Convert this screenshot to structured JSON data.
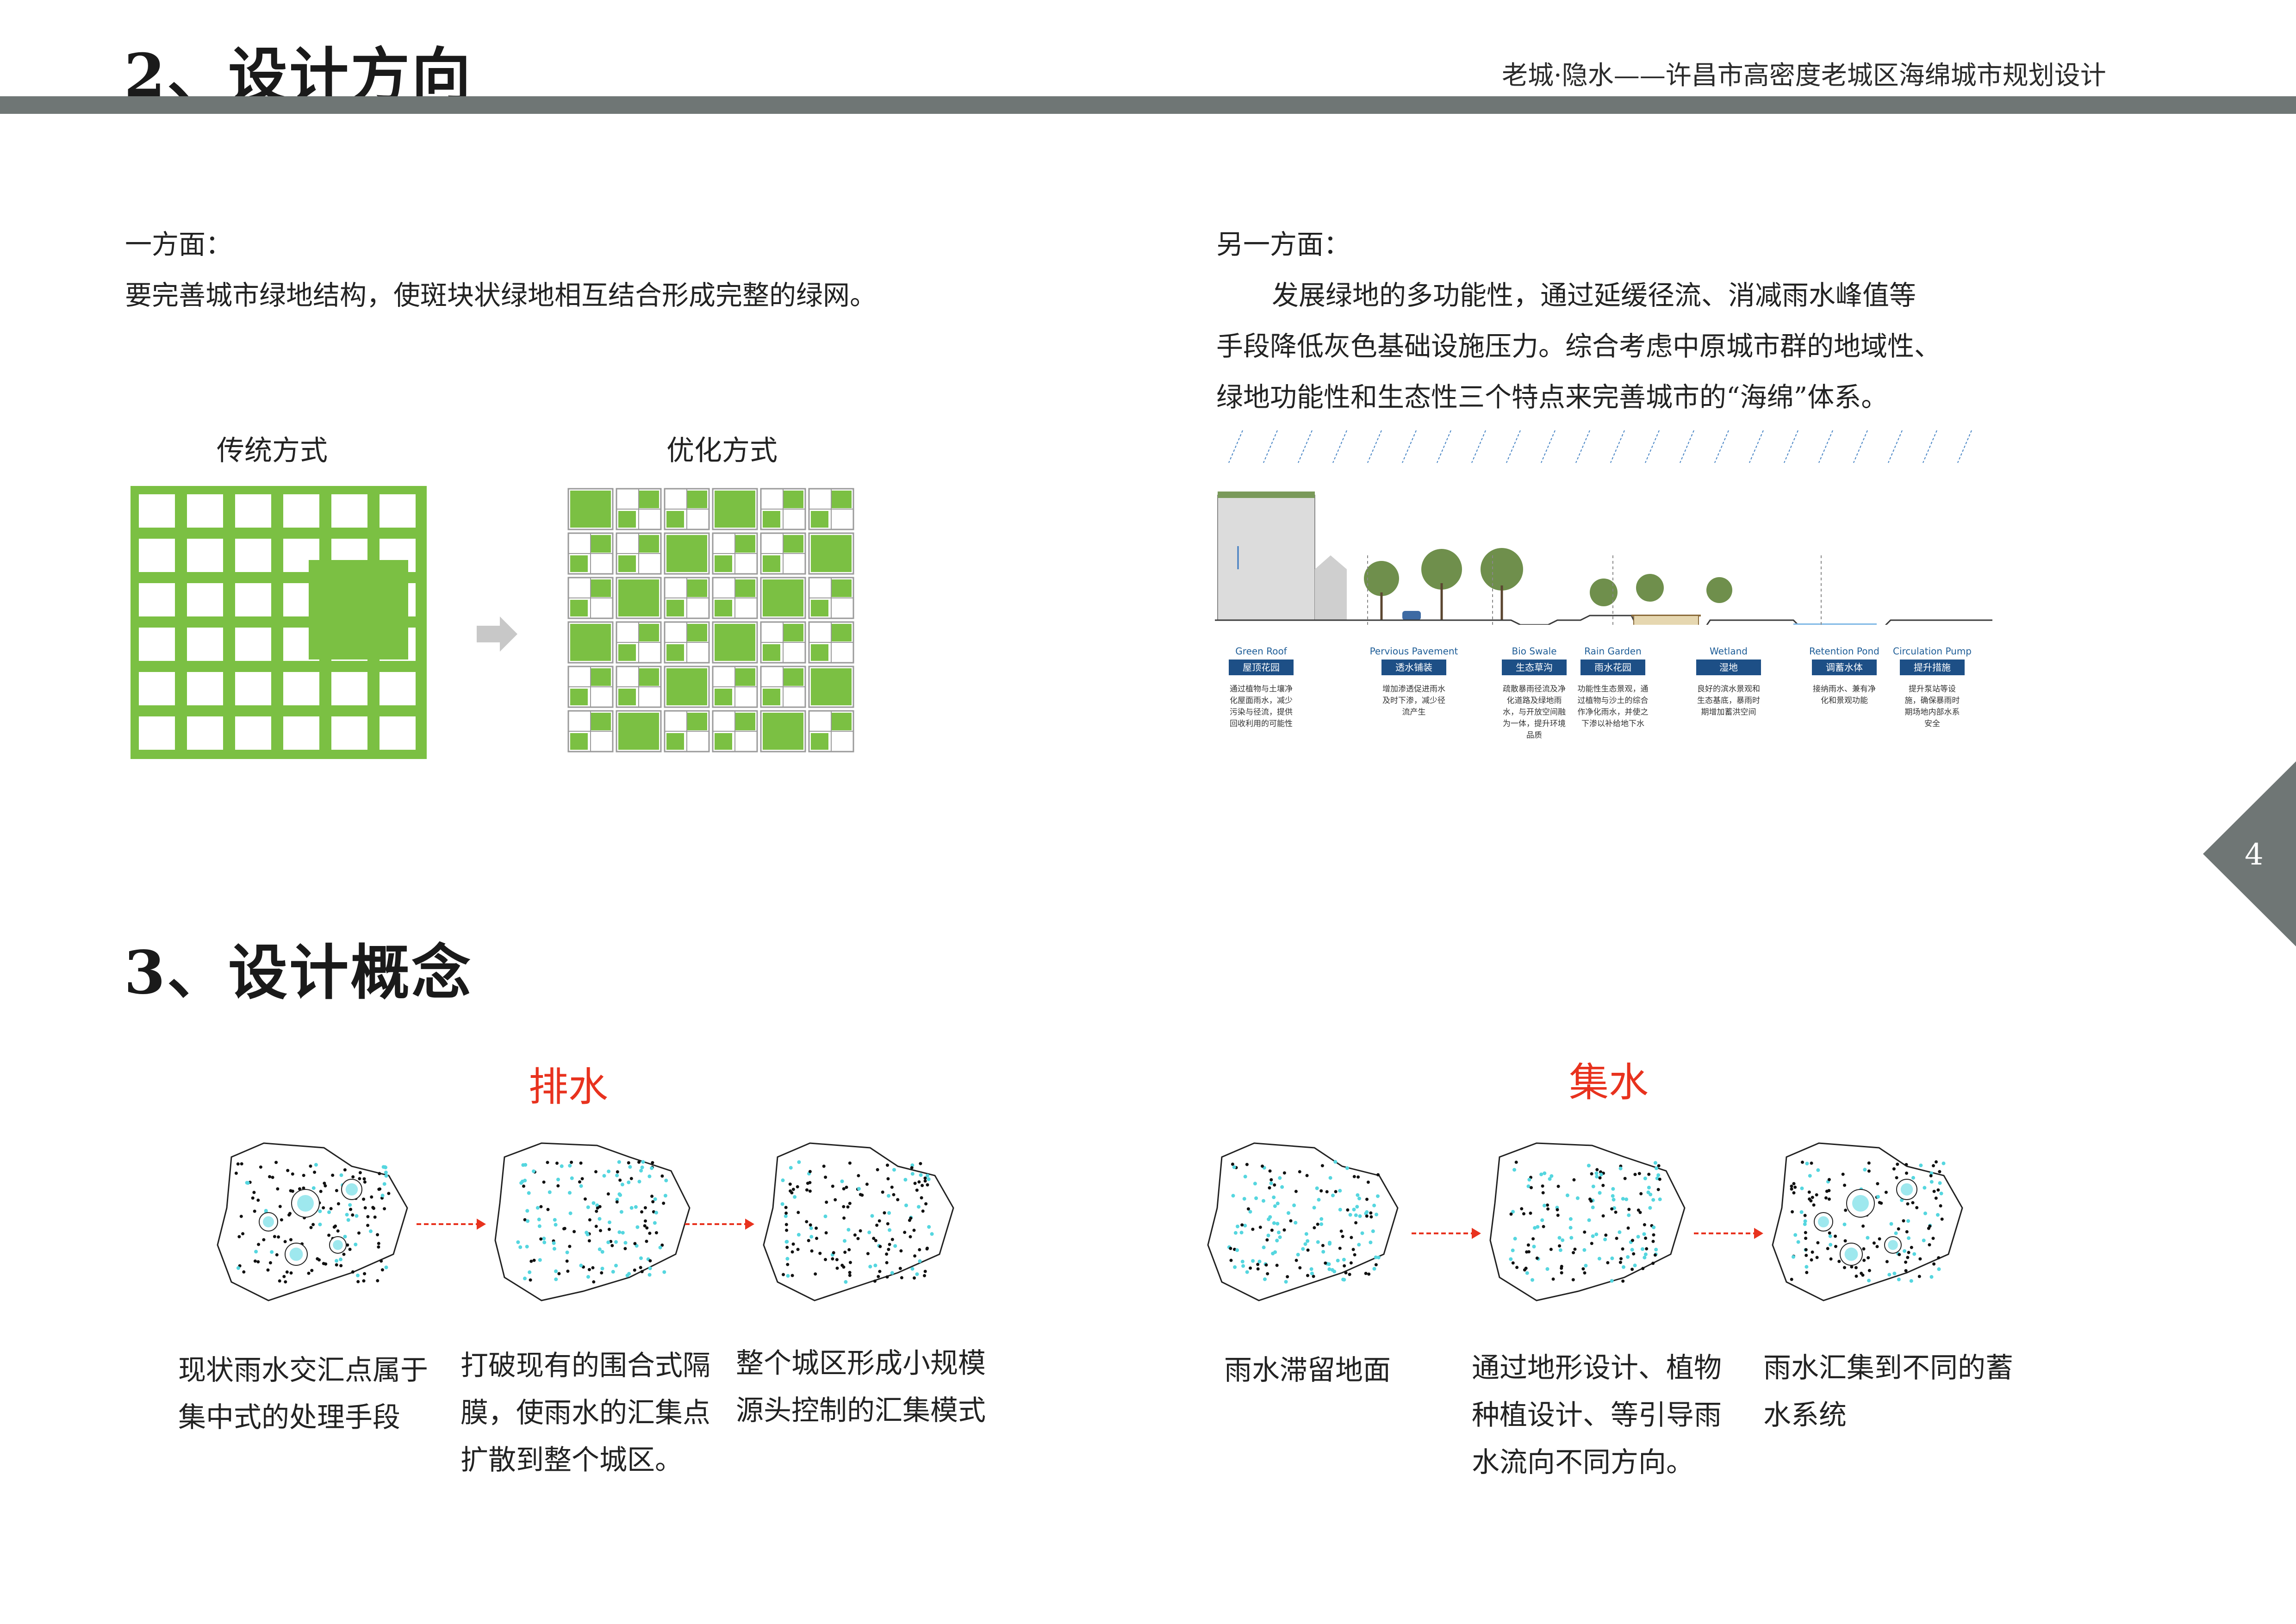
{
  "header": {
    "section2_title": "2、设计方向",
    "subtitle": "老城·隐水——许昌市高密度老城区海绵城市规划设计"
  },
  "left_block": {
    "heading": "一方面：",
    "body": "要完善城市绿地结构，使斑块状绿地相互结合形成完整的绿网。",
    "label_traditional": "传统方式",
    "label_optimized": "优化方式"
  },
  "right_block": {
    "heading": "另一方面：",
    "line1": "发展绿地的多功能性，通过延缓径流、消减雨水峰值等",
    "line2": "手段降低灰色基础设施压力。综合考虑中原城市群的地域性、",
    "line3": "绿地功能性和生态性三个特点来完善城市的“海绵”体系。"
  },
  "section_diagram": {
    "items": [
      {
        "en": "Green Roof",
        "cn": "屋顶花园",
        "desc": [
          "通过植物与土壤净",
          "化屋面雨水，减少",
          "污染与径流，提供",
          "回收利用的可能性"
        ]
      },
      {
        "en": "Pervious Pavement",
        "cn": "透水铺装",
        "desc": [
          "增加渗透促进雨水",
          "及时下渗，减少径",
          "流产生"
        ]
      },
      {
        "en": "Bio Swale",
        "cn": "生态草沟",
        "desc": [
          "疏散暴雨径流及净",
          "化道路及绿地雨",
          "水，与开放空间融",
          "为一体，提升环境",
          "品质"
        ]
      },
      {
        "en": "Rain Garden",
        "cn": "雨水花园",
        "desc": [
          "功能性生态景观，通",
          "过植物与沙土的综合",
          "作净化雨水，并使之",
          "下渗以补给地下水"
        ]
      },
      {
        "en": "Wetland",
        "cn": "湿地",
        "desc": [
          "良好的滨水景观和",
          "生态基底，暴雨时",
          "期增加蓄洪空间"
        ]
      },
      {
        "en": "Retention Pond",
        "cn": "调蓄水体",
        "desc": [
          "接纳雨水、兼有净",
          "化和景观功能"
        ]
      },
      {
        "en": "Circulation Pump",
        "cn": "提升措施",
        "desc": [
          "提升泵站等设",
          "施，确保暴雨时",
          "期场地内部水系",
          "安全"
        ]
      }
    ]
  },
  "page_number": "4",
  "section3": {
    "title": "3、设计概念",
    "drain_label": "排水",
    "collect_label": "集水",
    "captions": [
      [
        "现状雨水交汇点属于",
        "集中式的处理手段"
      ],
      [
        "打破现有的围合式隔",
        "膜，使雨水的汇集点",
        "扩散到整个城区。"
      ],
      [
        "整个城区形成小规模",
        "源头控制的汇集模式"
      ],
      [
        "雨水滞留地面"
      ],
      [
        "通过地形设计、植物",
        "种植设计、等引导雨",
        "水流向不同方向。"
      ],
      [
        "雨水汇集到不同的蓄",
        "水系统"
      ]
    ]
  },
  "colors": {
    "bar": "#6f7675",
    "green": "#7bc043",
    "accent_red": "#e8321e",
    "cyan": "#55d6df",
    "navy": "#1d4f86"
  }
}
